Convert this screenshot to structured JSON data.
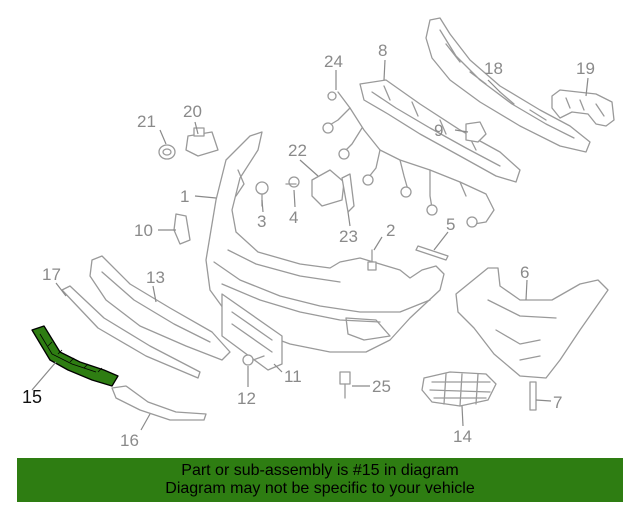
{
  "diagram": {
    "highlight_color": "#2e7d12",
    "highlighted_part": "15",
    "labels": {
      "p1": "1",
      "p2": "2",
      "p3": "3",
      "p4": "4",
      "p5": "5",
      "p6": "6",
      "p7": "7",
      "p8": "8",
      "p9": "9",
      "p10": "10",
      "p11": "11",
      "p12": "12",
      "p13": "13",
      "p14": "14",
      "p15": "15",
      "p16": "16",
      "p17": "17",
      "p18": "18",
      "p19": "19",
      "p20": "20",
      "p21": "21",
      "p22": "22",
      "p23": "23",
      "p24": "24",
      "p25": "25"
    }
  },
  "banner": {
    "line1": "Part or sub-assembly is #15 in diagram",
    "line2": "Diagram may not be specific to your vehicle",
    "background": "#2e7d12"
  }
}
